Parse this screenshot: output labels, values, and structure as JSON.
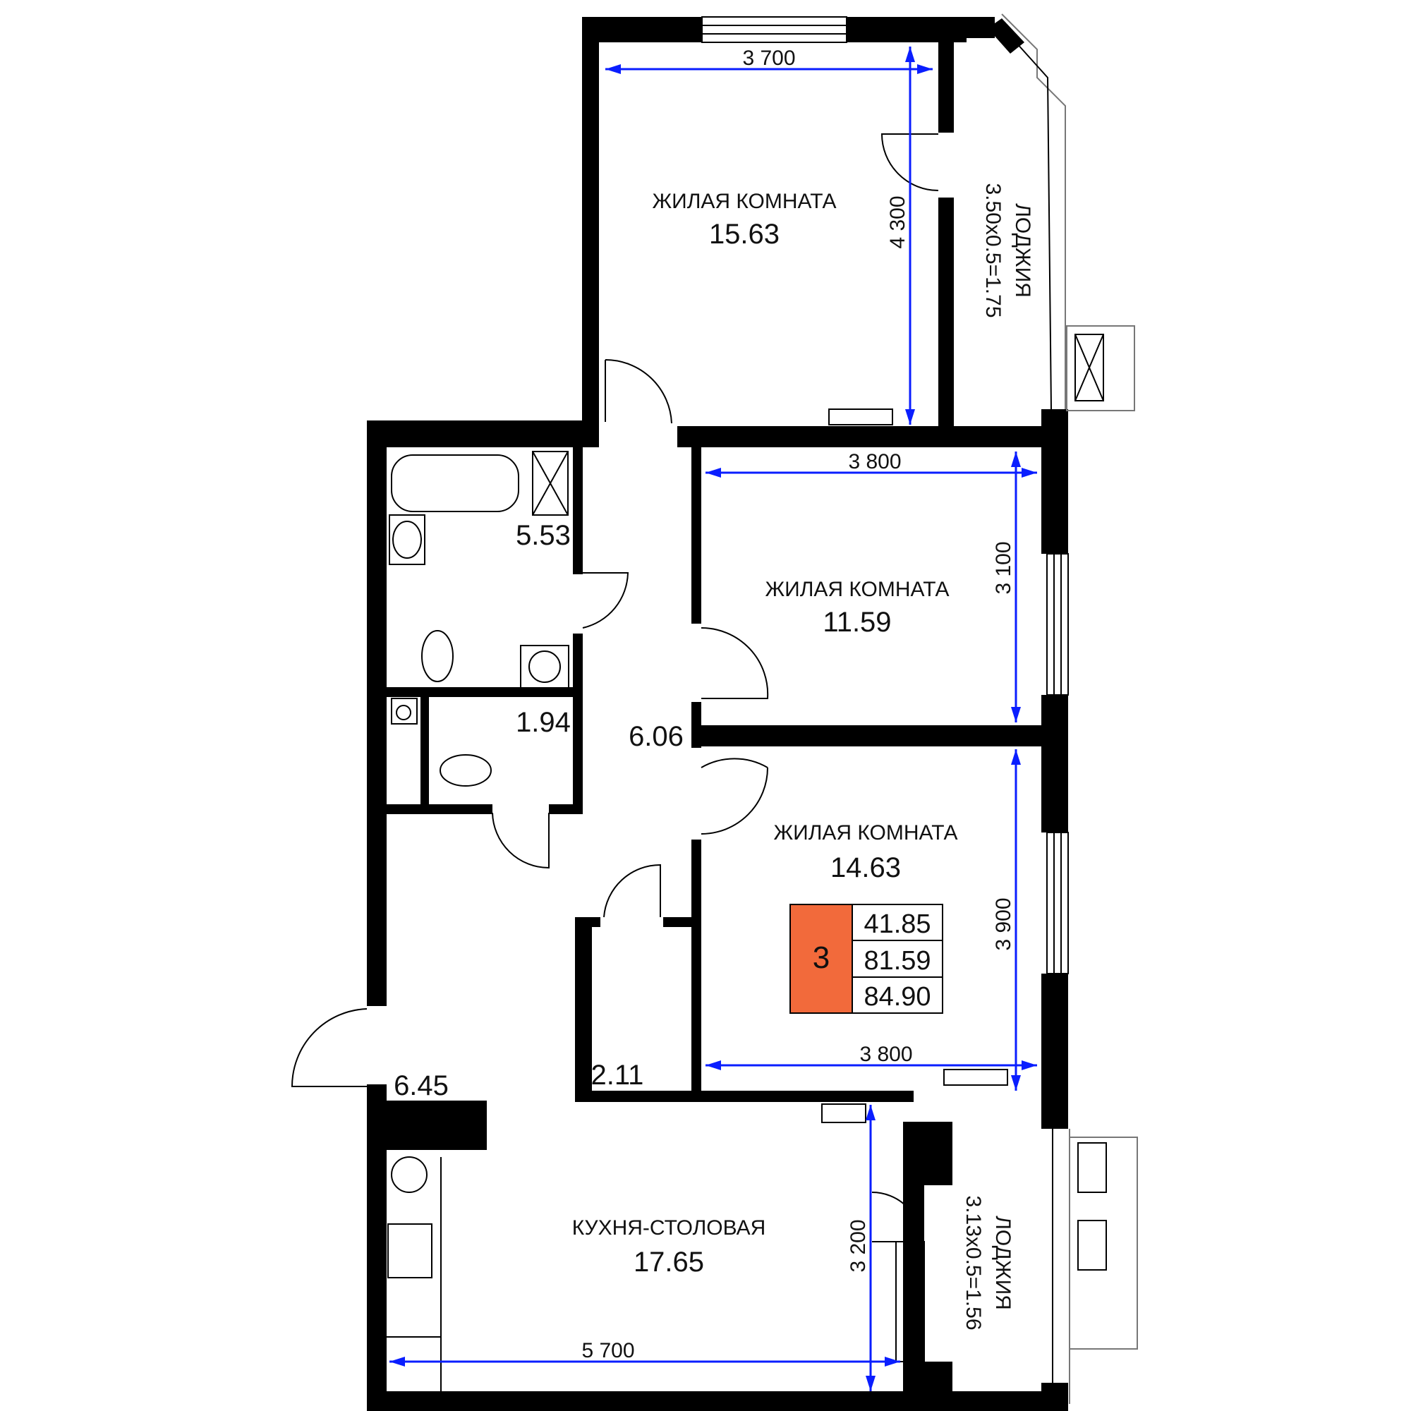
{
  "rooms": [
    {
      "name": "ЖИЛАЯ КОМНАТА",
      "area": "15.63"
    },
    {
      "name": "ЖИЛАЯ КОМНАТА",
      "area": "11.59"
    },
    {
      "name": "ЖИЛАЯ КОМНАТА",
      "area": "14.63"
    },
    {
      "name": "КУХНЯ-СТОЛОВАЯ",
      "area": "17.65"
    }
  ],
  "areas": {
    "bathroom": "5.53",
    "wc": "1.94",
    "hall": "6.06",
    "storage": "2.11",
    "entry": "6.45"
  },
  "loggias": [
    {
      "name": "ЛОДЖИЯ",
      "dims": "3.50x0.5=1.75"
    },
    {
      "name": "ЛОДЖИЯ",
      "dims": "3.13x0.5=1.56"
    }
  ],
  "dimensions": {
    "room1_width": "3 700",
    "room1_depth": "4 300",
    "room2_width": "3 800",
    "room2_depth": "3 100",
    "room3_depth": "3 900",
    "room3_width": "3 800",
    "kitchen_depth": "3 200",
    "kitchen_width": "5 700"
  },
  "summary": {
    "rooms_count": "3",
    "living_area": "41.85",
    "total_area": "81.59",
    "area_with_loggias": "84.90",
    "badge_color": "#f26a3b"
  },
  "colors": {
    "walls": "#000000",
    "dimension_lines": "#0a1eff"
  }
}
